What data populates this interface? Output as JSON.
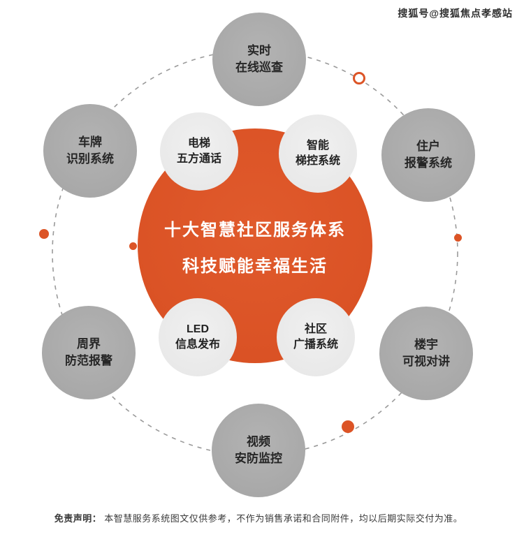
{
  "watermark": "搜狐号@搜狐焦点孝感站",
  "center": {
    "line1": "十大智慧社区服务体系",
    "line2": "科技赋能幸福生活"
  },
  "inner_nodes": [
    {
      "id": "elevator-intercom",
      "line1": "电梯",
      "line2": "五方通话"
    },
    {
      "id": "smart-elevator-control",
      "line1": "智能",
      "line2": "梯控系统"
    },
    {
      "id": "led-info-publish",
      "line1": "LED",
      "line2": "信息发布"
    },
    {
      "id": "community-broadcast",
      "line1": "社区",
      "line2": "广播系统"
    }
  ],
  "outer_nodes": [
    {
      "id": "realtime-online-patrol",
      "line1": "实时",
      "line2": "在线巡查"
    },
    {
      "id": "license-plate-recognition",
      "line1": "车牌",
      "line2": "识别系统"
    },
    {
      "id": "resident-alarm-system",
      "line1": "住户",
      "line2": "报警系统"
    },
    {
      "id": "perimeter-alarm",
      "line1": "周界",
      "line2": "防范报警"
    },
    {
      "id": "building-video-intercom",
      "line1": "楼宇",
      "line2": "可视对讲"
    },
    {
      "id": "video-surveillance",
      "line1": "视频",
      "line2": "安防监控"
    }
  ],
  "disclaimer": {
    "label": "免责声明：",
    "text": "本智慧服务系统图文仅供参考，不作为销售承诺和合同附件，均以后期实际交付为准。"
  },
  "colors": {
    "accent_orange": "#DC5426",
    "outer_node_gray": "#ABABAB",
    "inner_node_gray": "#ECECEC",
    "ring_gray": "#9A9A9A"
  }
}
